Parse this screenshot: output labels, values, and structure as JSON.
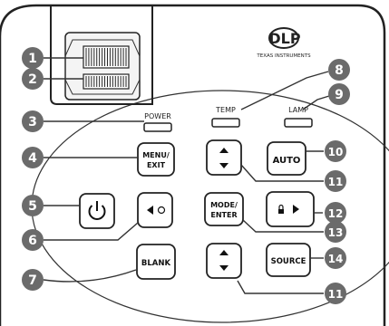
{
  "logo": {
    "brand": "DLP",
    "sub": "TEXAS INSTRUMENTS"
  },
  "indicators": {
    "power": "POWER",
    "temp": "TEMP",
    "lamp": "LAMP"
  },
  "buttons": {
    "menu_exit_line1": "MENU/",
    "menu_exit_line2": "EXIT",
    "auto": "AUTO",
    "mode_enter_line1": "MODE/",
    "mode_enter_line2": "ENTER",
    "blank": "BLANK",
    "source": "SOURCE"
  },
  "callouts": [
    "1",
    "2",
    "3",
    "4",
    "5",
    "6",
    "7",
    "8",
    "9",
    "10",
    "11",
    "12",
    "13",
    "14",
    "11"
  ],
  "colors": {
    "callout_fill": "#6b6b6b",
    "panel_stroke": "#222222"
  }
}
